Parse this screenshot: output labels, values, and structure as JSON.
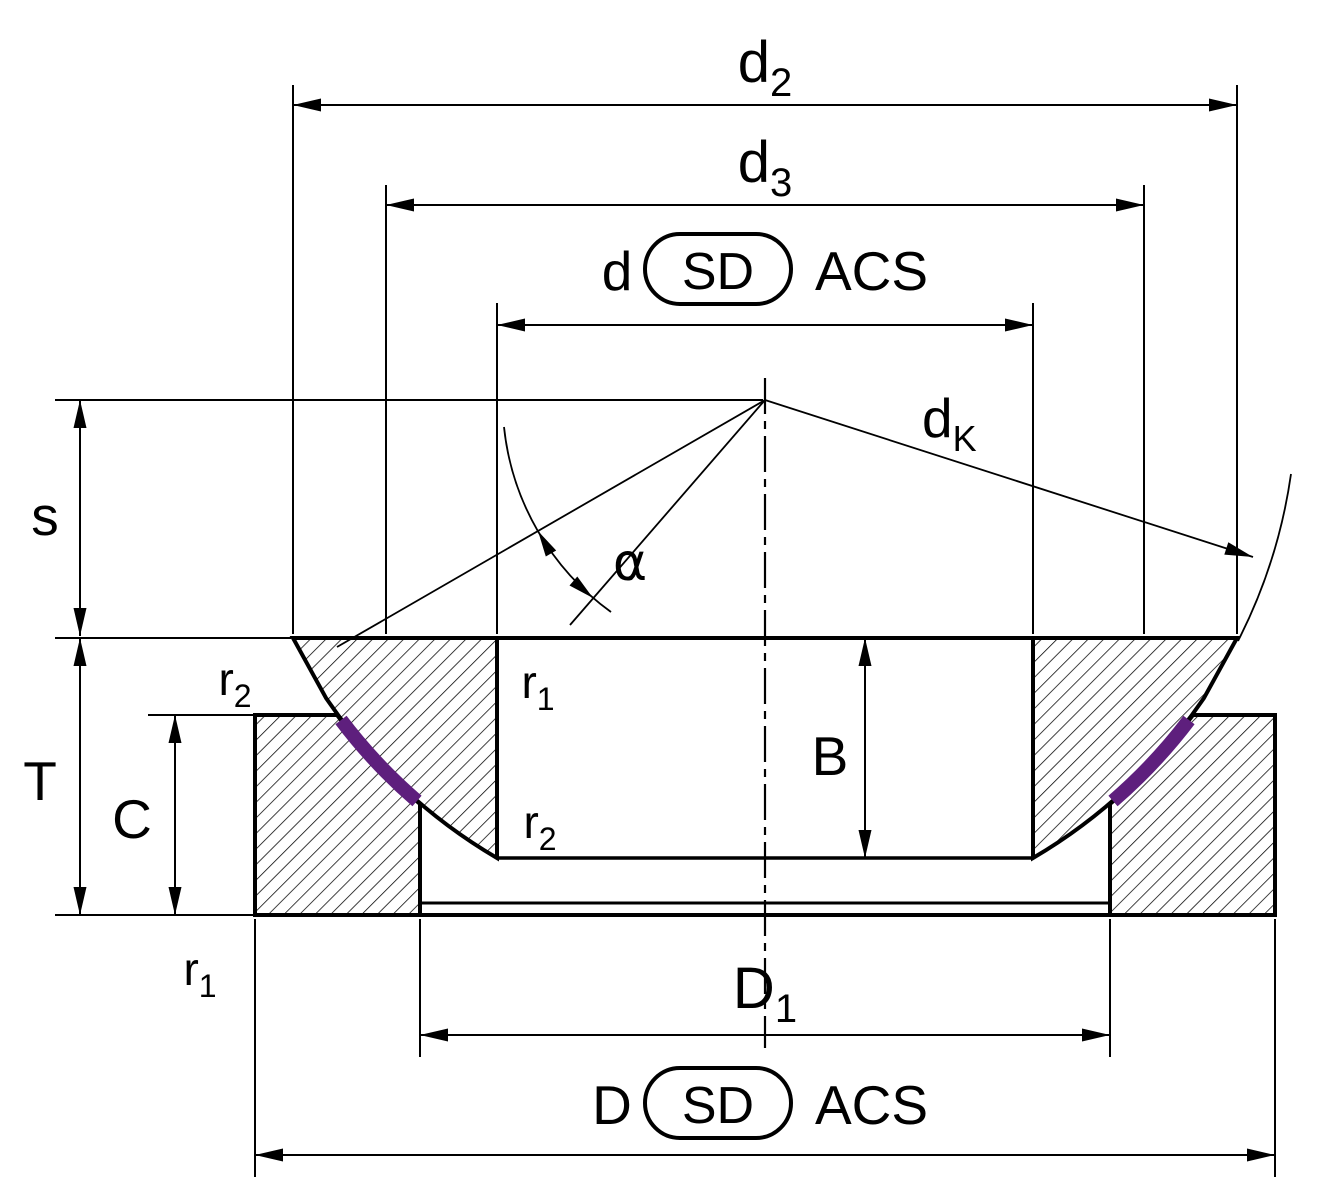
{
  "figure": {
    "type": "technical-drawing",
    "subject": "Axial spherical plain bearing cross-section with dimension annotations",
    "liner_color": "#5e1f7d",
    "line_color": "#000000",
    "background": "#ffffff"
  },
  "labels": {
    "d2": {
      "base": "d",
      "sub": "2"
    },
    "d3": {
      "base": "d",
      "sub": "3"
    },
    "d_sd_acs": {
      "prefix": "d",
      "badge": "SD",
      "suffix": "ACS"
    },
    "dk": {
      "base": "d",
      "sub": "K"
    },
    "s": "s",
    "alpha": "α",
    "r2_outer": {
      "base": "r",
      "sub": "2"
    },
    "r1_bore": {
      "base": "r",
      "sub": "1"
    },
    "r2_bore": {
      "base": "r",
      "sub": "2"
    },
    "r1_bottom": {
      "base": "r",
      "sub": "1"
    },
    "T": "T",
    "C": "C",
    "B": "B",
    "D1": {
      "base": "D",
      "sub": "1"
    },
    "D_sd_acs": {
      "prefix": "D",
      "badge": "SD",
      "suffix": "ACS"
    }
  }
}
